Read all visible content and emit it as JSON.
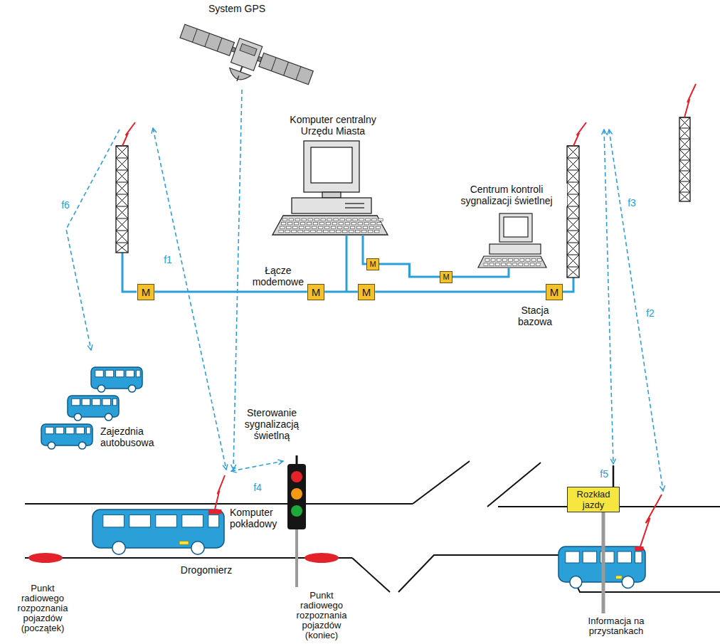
{
  "diagram": {
    "nodes": [
      {
        "text": [
          "M"
        ]
      },
      {
        "text": [
          "M"
        ]
      },
      {
        "text": [
          "M"
        ]
      },
      {
        "text": [
          "M"
        ]
      },
      {
        "text": [
          "M"
        ]
      },
      {
        "text": [
          "M"
        ]
      },
      {
        "text": [
          "Rozkład jazdy"
        ]
      }
    ],
    "edges": [
      {
        "from": 0,
        "to": 1,
        "arrow": "none"
      },
      {
        "from": 1,
        "to": 2,
        "arrow": "none"
      },
      {
        "from": 2,
        "to": 3,
        "arrow": "none"
      },
      {
        "from": 4,
        "to": 5,
        "arrow": "none"
      }
    ],
    "labels": [
      "System GPS",
      "Komputer centralny Urzędu Miasta",
      "Centrum kontroli sygnalizacji świetlnej",
      "f6",
      "f1",
      "f3",
      "f2",
      "f5",
      "f4",
      "Łącze modemowe",
      "Stacja bazowa",
      "Zajezdnia autobusowa",
      "Sterowanie sygnalizacją świetlną",
      "Komputer pokładowy",
      "Drogomierz",
      "Punkt radiowego rozpoznania pojazdów (początek)",
      "Punkt radiowego rozpoznania pojazdów (koniec)",
      "Informacja na przystankach"
    ]
  }
}
